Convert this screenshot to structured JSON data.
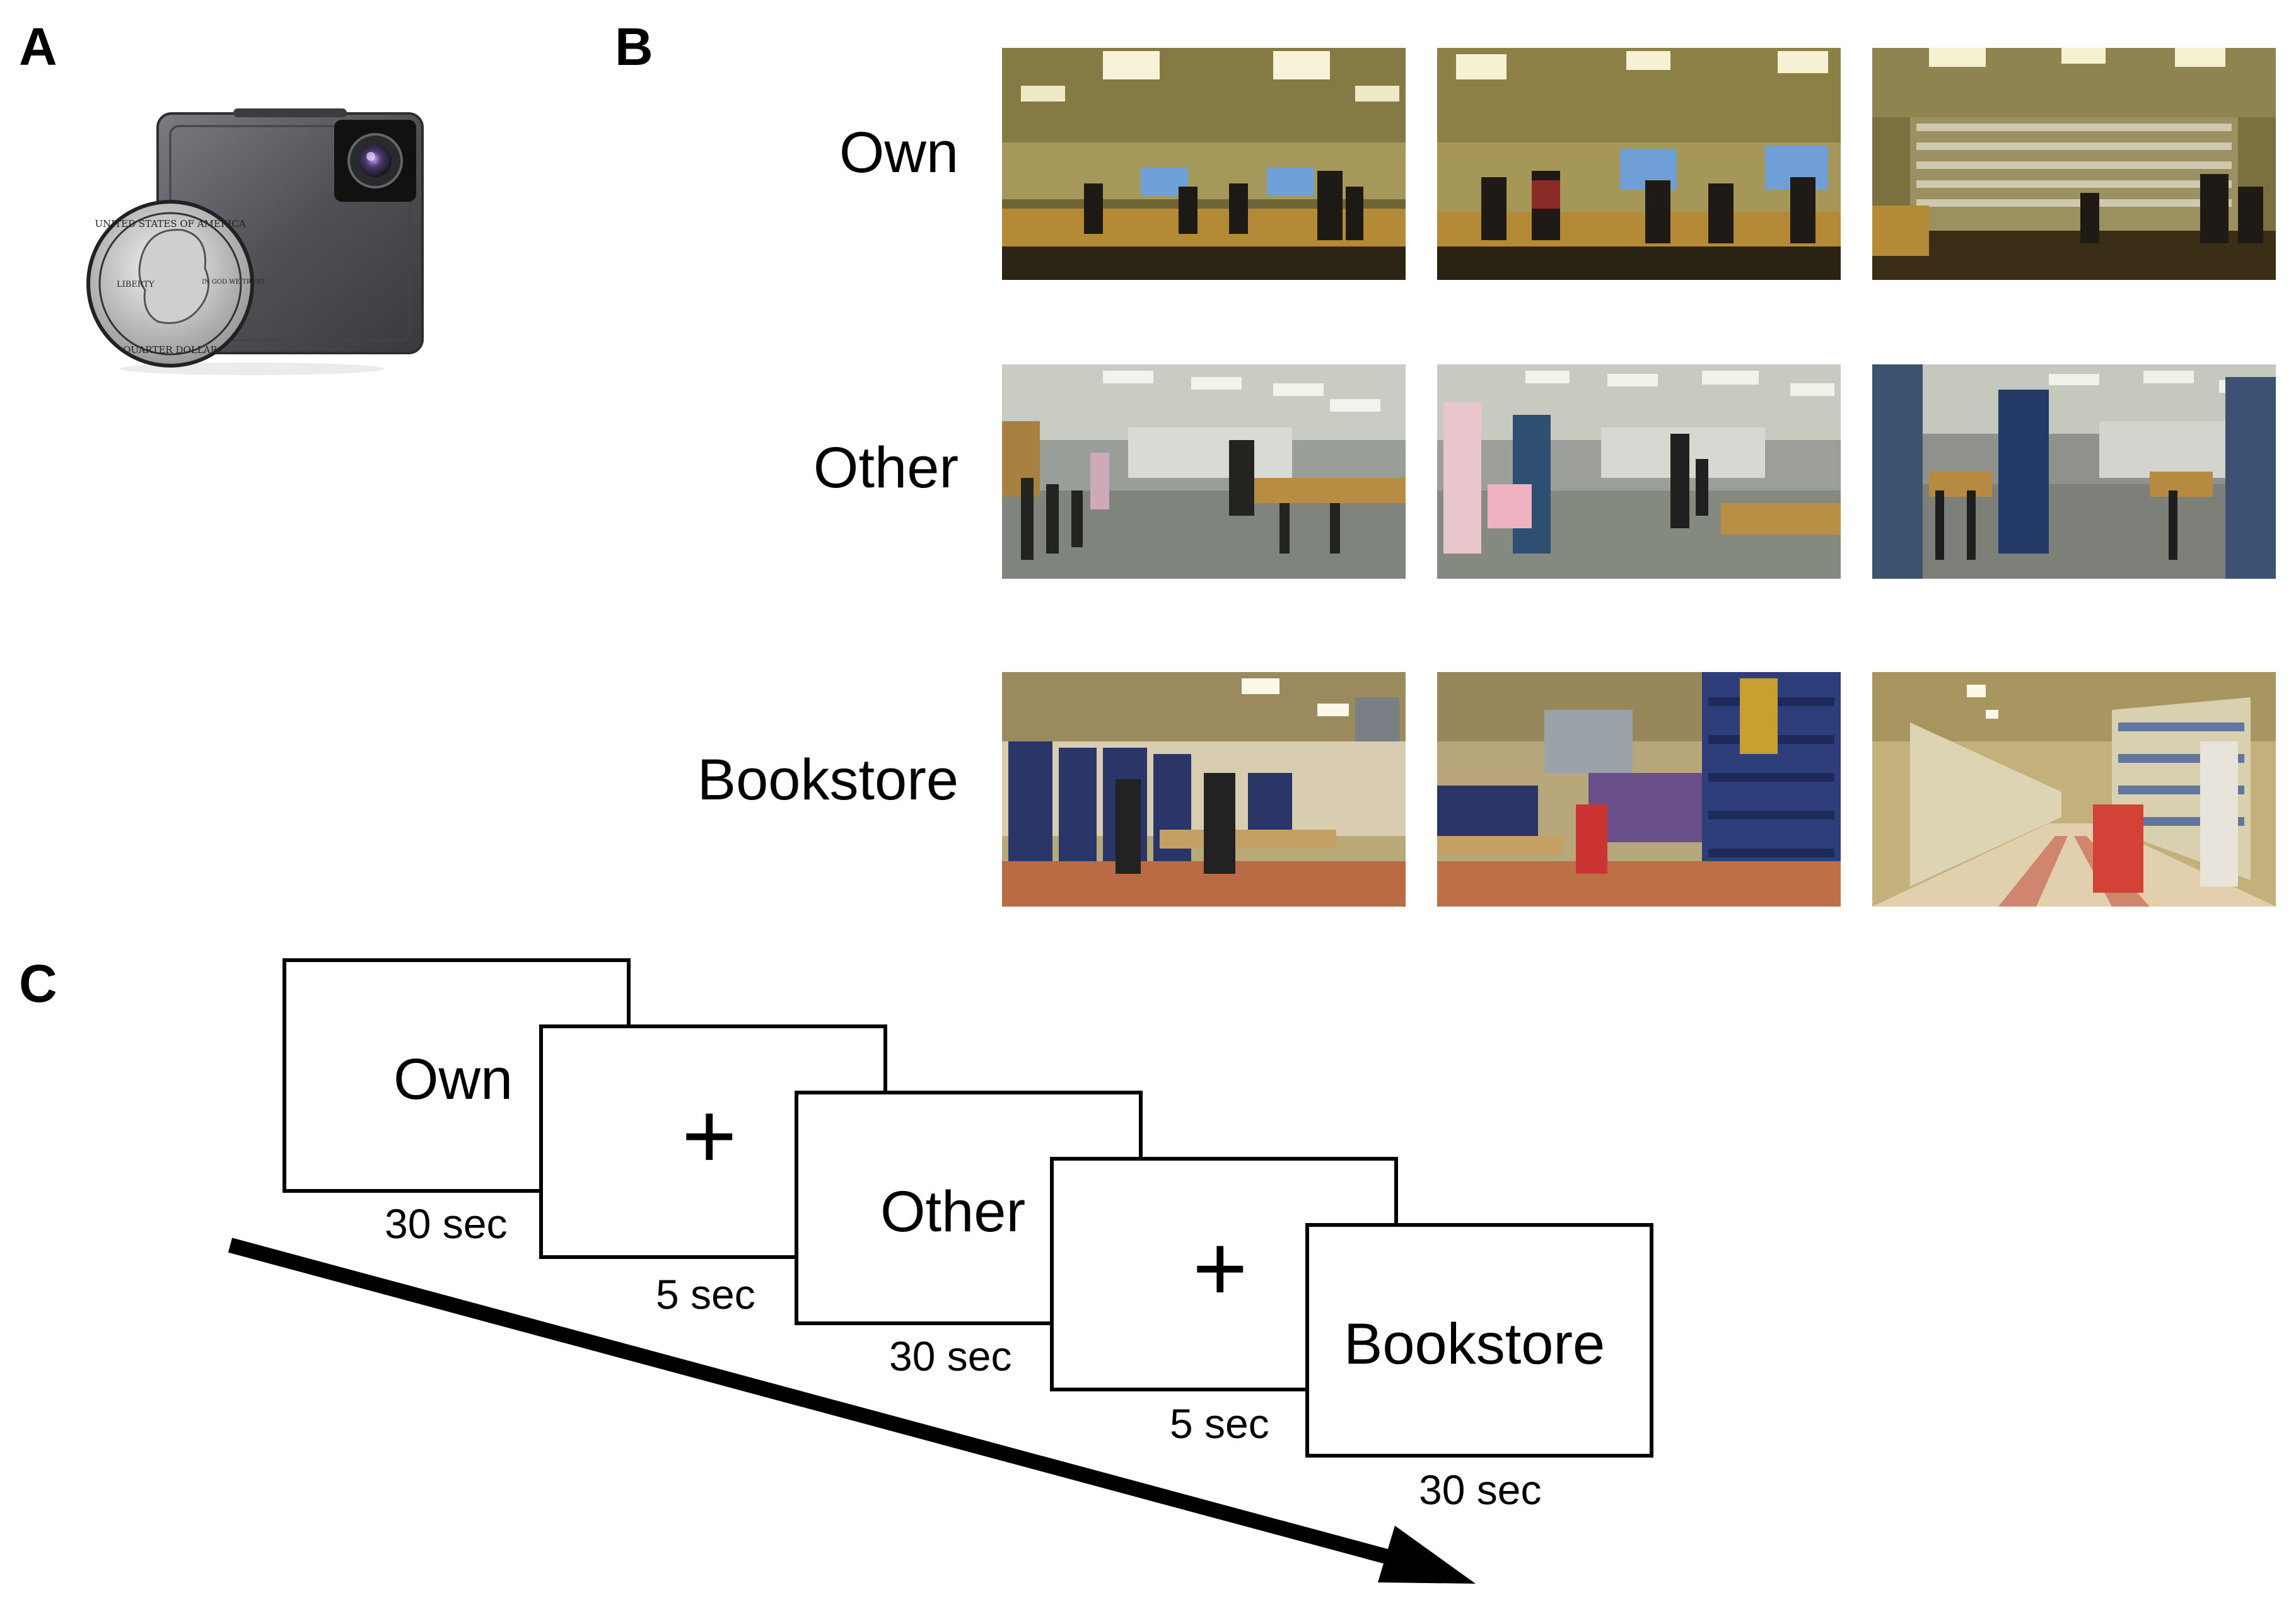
{
  "panels": {
    "a": "A",
    "b": "B",
    "c": "C"
  },
  "conditions": [
    {
      "label": "Own"
    },
    {
      "label": "Other"
    },
    {
      "label": "Bookstore"
    }
  ],
  "timeline": {
    "fixation_symbol": "+",
    "screens": [
      {
        "word": "Own",
        "duration": "30 sec"
      },
      {
        "word": "+",
        "duration": "5 sec"
      },
      {
        "word": "Other",
        "duration": "30 sec"
      },
      {
        "word": "+",
        "duration": "5 sec"
      },
      {
        "word": "Bookstore",
        "duration": "30 sec"
      }
    ]
  },
  "camera": {
    "coin_text_top": "UNITED STATES OF AMERICA",
    "coin_text_left": "LIBERTY",
    "coin_text_right": "IN GOD WE TRUST",
    "coin_text_bottom": "QUARTER DOLLAR"
  },
  "colors": {
    "store_wall": "#b8a86a",
    "store_ceiling": "#8a7f48",
    "floor_grey": "#8d918a",
    "bookstore_floor": "#c7714a",
    "camera_body": "#5a5a5e"
  }
}
